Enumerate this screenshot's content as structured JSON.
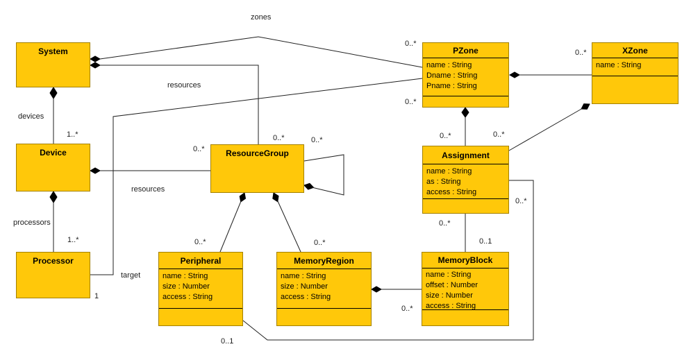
{
  "diagram": {
    "type": "uml-class-diagram",
    "colors": {
      "class_fill": "#FFC80A",
      "class_border": "#A38000",
      "line": "#1F1F1F",
      "text": "#000000"
    }
  },
  "classes": [
    {
      "name": "System",
      "attributes": []
    },
    {
      "name": "Device",
      "attributes": []
    },
    {
      "name": "Processor",
      "attributes": []
    },
    {
      "name": "ResourceGroup",
      "attributes": []
    },
    {
      "name": "Peripheral",
      "attributes": [
        "name : String",
        "size : Number",
        "access : String"
      ]
    },
    {
      "name": "MemoryRegion",
      "attributes": [
        "name : String",
        "size : Number",
        "access : String"
      ]
    },
    {
      "name": "PZone",
      "attributes": [
        "name : String",
        "Dname : String",
        "Pname : String"
      ]
    },
    {
      "name": "XZone",
      "attributes": [
        "name : String"
      ]
    },
    {
      "name": "Assignment",
      "attributes": [
        "name : String",
        "as : String",
        "access : String"
      ]
    },
    {
      "name": "MemoryBlock",
      "attributes": [
        "name : String",
        "offset : Number",
        "size : Number",
        "access : String"
      ]
    }
  ],
  "relationships": [
    {
      "from": "System",
      "to": "Device",
      "type": "composition",
      "role": "devices",
      "target_mult": "1..*"
    },
    {
      "from": "System",
      "to": "PZone",
      "type": "composition",
      "role": "zones",
      "target_mult": "0..*"
    },
    {
      "from": "System",
      "to": "ResourceGroup",
      "type": "composition",
      "role": "resources",
      "target_mult": "0..*"
    },
    {
      "from": "Device",
      "to": "Processor",
      "type": "composition",
      "role": "processors",
      "target_mult": "1..*"
    },
    {
      "from": "Device",
      "to": "ResourceGroup",
      "type": "composition",
      "role": "resources",
      "target_mult": "0..*"
    },
    {
      "from": "PZone",
      "to": "Processor",
      "type": "association",
      "role": "target",
      "source_mult": "0..*",
      "target_mult": "1"
    },
    {
      "from": "ResourceGroup",
      "to": "ResourceGroup",
      "type": "composition",
      "target_mult": "0..*"
    },
    {
      "from": "ResourceGroup",
      "to": "Peripheral",
      "type": "composition",
      "target_mult": "0..*"
    },
    {
      "from": "ResourceGroup",
      "to": "MemoryRegion",
      "type": "composition",
      "target_mult": "0..*"
    },
    {
      "from": "PZone",
      "to": "XZone",
      "type": "composition",
      "target_mult": "0..*"
    },
    {
      "from": "PZone",
      "to": "Assignment",
      "type": "composition",
      "target_mult": "0..*"
    },
    {
      "from": "XZone",
      "to": "Assignment",
      "type": "composition",
      "target_mult": "0..*"
    },
    {
      "from": "Assignment",
      "to": "MemoryBlock",
      "type": "association",
      "source_mult": "0..*",
      "target_mult": "0..1"
    },
    {
      "from": "Assignment",
      "to": "Peripheral",
      "type": "association",
      "source_mult": "0..*",
      "target_mult": "0..1"
    },
    {
      "from": "MemoryRegion",
      "to": "MemoryBlock",
      "type": "composition",
      "target_mult": "0..*"
    }
  ]
}
